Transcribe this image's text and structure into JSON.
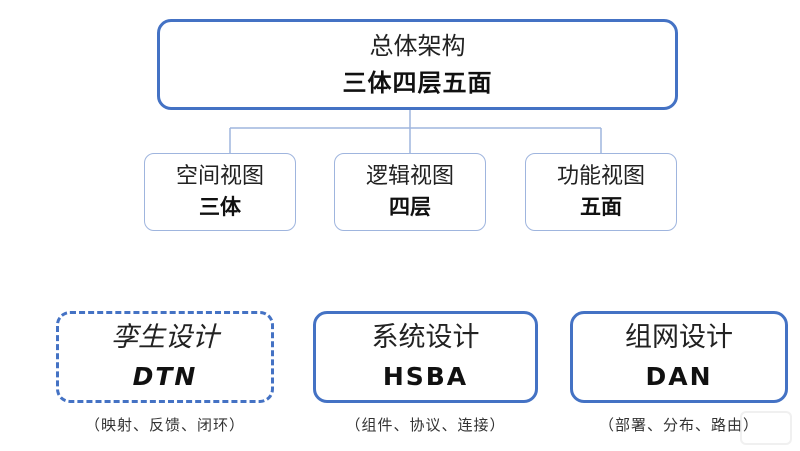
{
  "top": {
    "line1": "总体架构",
    "line2": "三体四层五面"
  },
  "views": [
    {
      "title": "空间视图",
      "sub": "三体"
    },
    {
      "title": "逻辑视图",
      "sub": "四层"
    },
    {
      "title": "功能视图",
      "sub": "五面"
    }
  ],
  "designs": [
    {
      "title": "孪生设计",
      "sub": "DTN",
      "note": "（映射、反馈、闭环）",
      "style": "dashed"
    },
    {
      "title": "系统设计",
      "sub": "HSBA",
      "note": "（组件、协议、连接）",
      "style": "solid"
    },
    {
      "title": "组网设计",
      "sub": "DAN",
      "note": "（部署、分布、路由）",
      "style": "solid"
    }
  ],
  "colors": {
    "primary_border": "#4472c4",
    "secondary_border": "#9fb5de",
    "connector": "#9fb5de"
  }
}
